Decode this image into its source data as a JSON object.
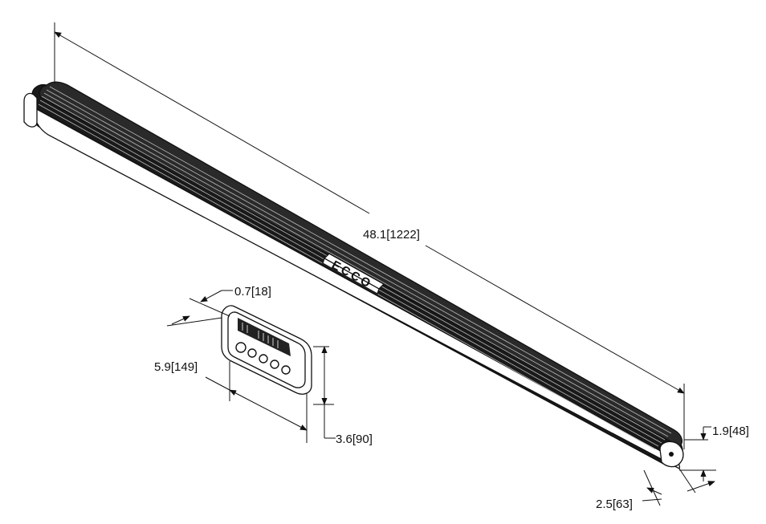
{
  "dimensions": {
    "length": "48.1[1222]",
    "height": "1.9[48]",
    "depth": "2.5[63]",
    "controller_depth": "0.7[18]",
    "controller_width": "5.9[149]",
    "controller_height": "3.6[90]"
  },
  "logo": {
    "text": "ECCO",
    "color": "#111111"
  },
  "colors": {
    "line": "#111111",
    "background": "#ffffff"
  }
}
